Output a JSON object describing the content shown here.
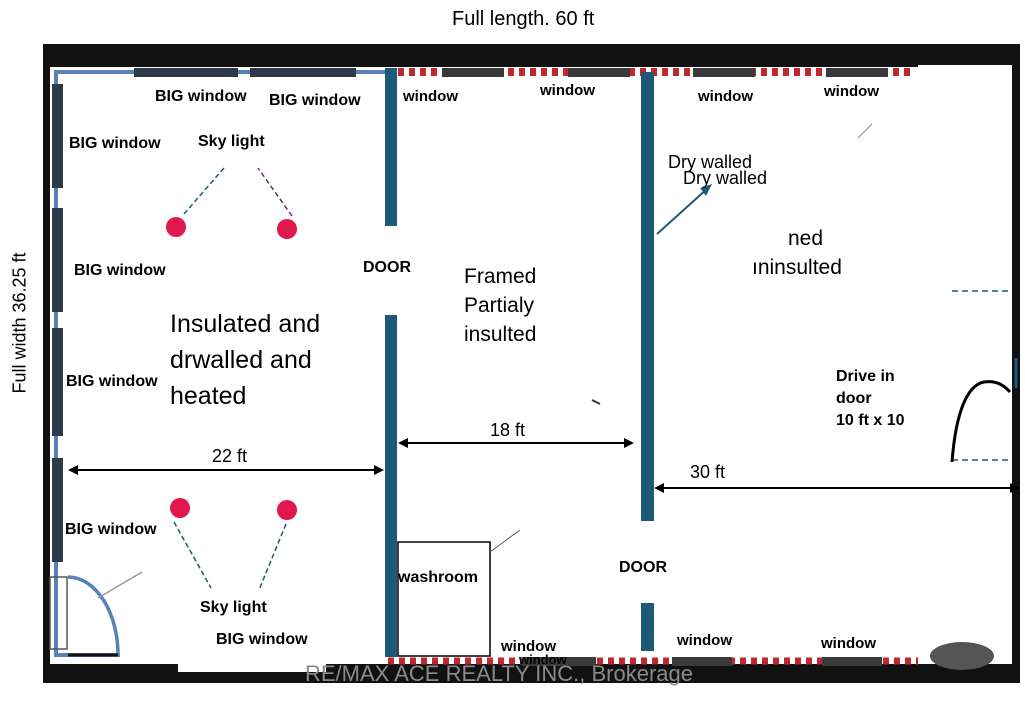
{
  "plan": {
    "title": "Full length. 60 ft",
    "side_label": "Full width 36.25 ft",
    "watermark": "RE/MAX ACE REALTY INC., Brokerage"
  },
  "rooms": {
    "left": {
      "description_lines": [
        "Insulated and",
        "drwalled and",
        "heated"
      ],
      "width": "22 ft",
      "skylight_top": "Sky light",
      "skylight_bottom": "Sky light"
    },
    "middle": {
      "description_lines": [
        "Framed",
        "Partialy",
        "insulted"
      ],
      "width": "18 ft",
      "washroom": "washroom"
    },
    "right": {
      "dry_walled_1": "Dry walled",
      "dry_walled_2": "Dry walled",
      "description_lines": [
        "ned",
        "ıninsulted"
      ],
      "width": "30 ft",
      "drive_in_lines": [
        "Drive in",
        "door",
        "10 ft x 10"
      ]
    }
  },
  "doors": {
    "door_1": "DOOR",
    "door_2": "DOOR"
  },
  "windows": {
    "big_1": "BIG window",
    "big_2": "BIG window",
    "big_3": "BIG window",
    "big_4": "BIG window",
    "big_5": "BIG window",
    "big_6": "BIG window",
    "big_7": "BIG window",
    "w_top_1": "window",
    "w_top_2": "window",
    "w_top_3": "window",
    "w_top_4": "window",
    "w_bot_1": "window",
    "w_bot_2": "window",
    "w_bot_3": "window",
    "w_bot_4": "window"
  },
  "colors": {
    "frame": "#111111",
    "wall": "#1c5a78",
    "outline": "#5a80b8",
    "window": "#2e3a48",
    "dotted": "#c0282f",
    "light": "#e0184e"
  }
}
